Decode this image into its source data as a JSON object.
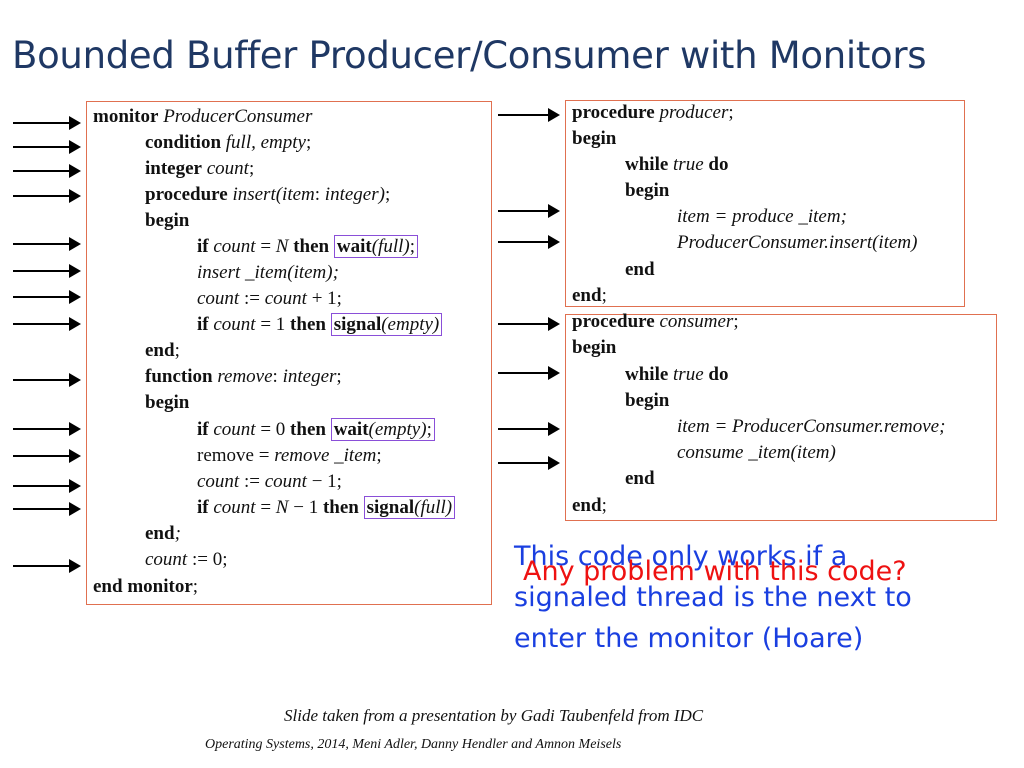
{
  "title": "Bounded Buffer Producer/Consumer with Monitors",
  "monitor": {
    "l1_kw": "monitor",
    "l1_name": "ProducerConsumer",
    "l2_kw": "condition",
    "l2_rest": "full, empty",
    "l3_kw": "integer",
    "l3_rest": "count",
    "l4_kw": "procedure",
    "l4_rest": "insert(item",
    "l4_rest2": "integer)",
    "l5": "begin",
    "l6_if": "if",
    "l6_cond": "count",
    "l6_eq": "= ",
    "l6_n": "N",
    "l6_then": "then",
    "l6_wait": "wait",
    "l6_arg": "(full)",
    "l7": "insert _item(item)",
    "l8_a": "count",
    "l8_op": " := ",
    "l8_b": "count",
    "l8_c": " + 1;",
    "l9_if": "if",
    "l9_cond": "count",
    "l9_eq": " = 1 ",
    "l9_then": "then",
    "l9_sig": "signal",
    "l9_arg": "(empty)",
    "l10": "end",
    "l11_kw": "function",
    "l11_name": "remove",
    "l11_type": "integer",
    "l12": "begin",
    "l13_if": "if",
    "l13_cond": "count",
    "l13_eq": " = 0 ",
    "l13_then": "then",
    "l13_wait": "wait",
    "l13_arg": "(empty)",
    "l14_a": "remove = ",
    "l14_b": "remove _item",
    "l15_a": "count",
    "l15_op": " := ",
    "l15_b": "count",
    "l15_c": " − 1;",
    "l16_if": "if",
    "l16_cond": "count",
    "l16_eq": " = ",
    "l16_n": "N",
    "l16_m": " − 1 ",
    "l16_then": "then",
    "l16_sig": "signal",
    "l16_arg": "(full)",
    "l17": "end",
    "l18_a": "count",
    "l18_b": " := 0;",
    "l19": "end monitor"
  },
  "producer": {
    "l1_kw": "procedure",
    "l1_name": "producer",
    "l2": "begin",
    "l3_kw": "while",
    "l3_cond": "true",
    "l3_do": "do",
    "l4": "begin",
    "l5": "item = produce _item",
    "l6": "ProducerConsumer.insert(item)",
    "l7": "end",
    "l8": "end"
  },
  "consumer": {
    "l1_kw": "procedure",
    "l1_name": "consumer",
    "l2": "begin",
    "l3_kw": "while",
    "l3_cond": "true",
    "l3_do": "do",
    "l4": "begin",
    "l5": "item = ProducerConsumer.remove",
    "l6": "consume _item(item)",
    "l7": "end",
    "l8": "end"
  },
  "notes": {
    "blue_line1": "This code only works if a",
    "blue_line2": "signaled thread is the next to",
    "blue_line3": "enter the monitor (Hoare)",
    "red": "Any problem with this code?"
  },
  "credits": {
    "line1": "Slide taken from a presentation by Gadi Taubenfeld from IDC",
    "line2": "Operating Systems, 2014, Meni Adler, Danny Hendler and Amnon Meisels"
  },
  "colors": {
    "title": "#1f3864",
    "box_border": "#e07050",
    "highlight_border": "#8a4fd8",
    "note_blue": "#1a3fe0",
    "note_red": "#ee1111"
  }
}
